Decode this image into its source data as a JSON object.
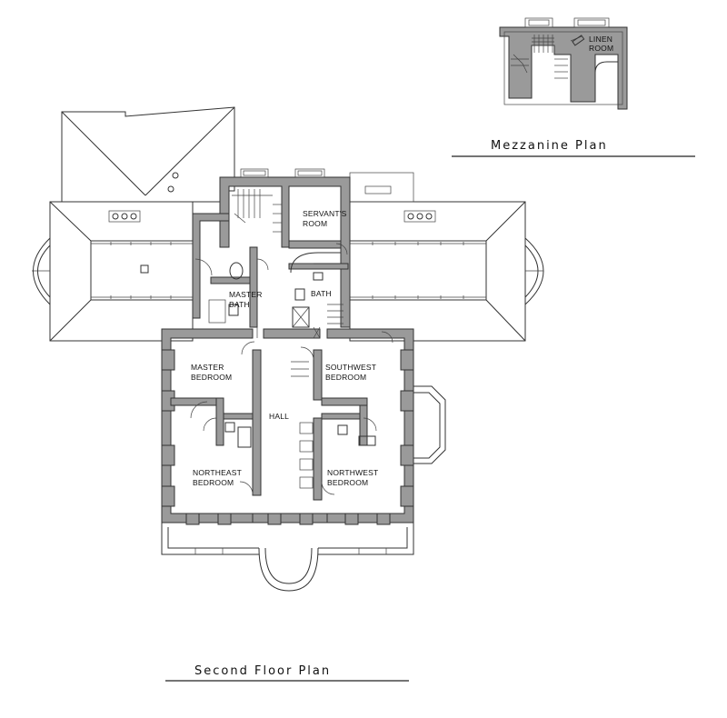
{
  "titles": {
    "mezzanine": "Mezzanine Plan",
    "second_floor": "Second Floor Plan"
  },
  "rooms": {
    "linen": [
      "LINEN",
      "ROOM"
    ],
    "servants": [
      "SERVANT'S",
      "ROOM"
    ],
    "master_bath": [
      "MASTER",
      "BATH"
    ],
    "bath": "BATH",
    "master_bedroom": [
      "MASTER",
      "BEDROOM"
    ],
    "southwest_bedroom": [
      "SOUTHWEST",
      "BEDROOM"
    ],
    "hall": "HALL",
    "northeast_bedroom": [
      "NORTHEAST",
      "BEDROOM"
    ],
    "northwest_bedroom": [
      "NORTHWEST",
      "BEDROOM"
    ]
  },
  "colors": {
    "wall": "#9a9a9a",
    "line": "#333333"
  }
}
